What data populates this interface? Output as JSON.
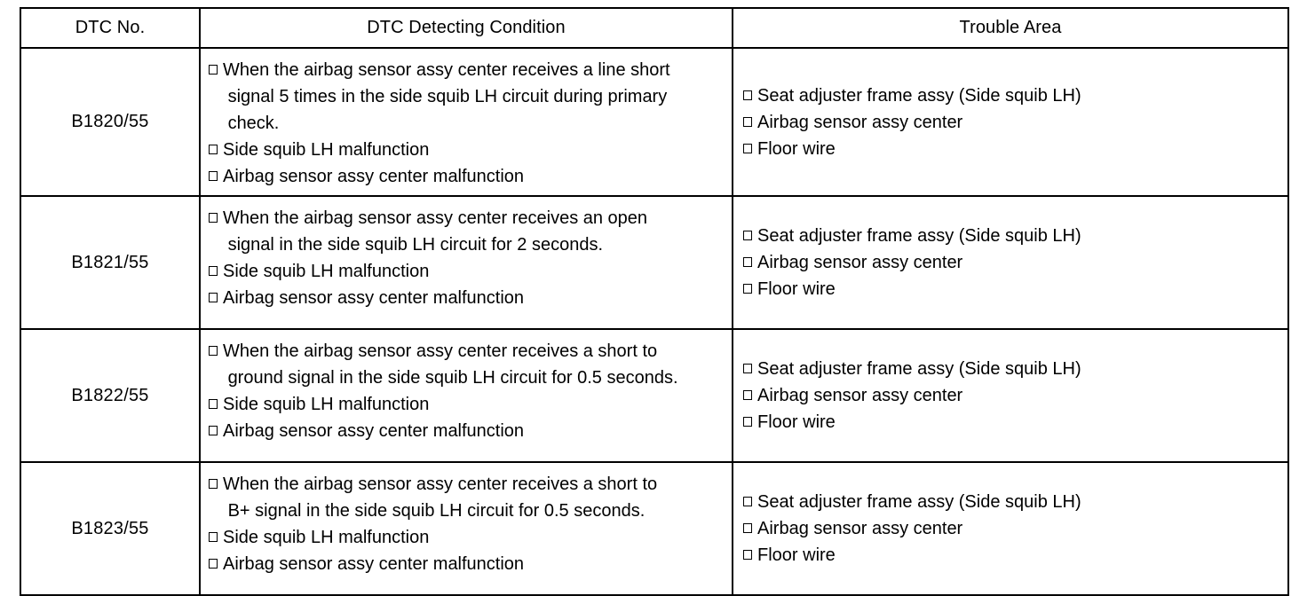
{
  "table": {
    "headers": {
      "dtc_no": "DTC No.",
      "detecting_condition": "DTC Detecting Condition",
      "trouble_area": "Trouble Area"
    },
    "bullet_glyph": "□",
    "rows": [
      {
        "dtc_no": "B1820/55",
        "conditions": [
          "When the airbag sensor assy center receives a line short\n signal 5 times in the side squib LH circuit during primary\n check.",
          "Side squib LH malfunction",
          "Airbag sensor assy center malfunction"
        ],
        "trouble_areas": [
          "Seat adjuster frame assy (Side squib LH)",
          "Airbag sensor assy center",
          "Floor wire"
        ]
      },
      {
        "dtc_no": "B1821/55",
        "conditions": [
          "When the airbag sensor assy center receives an open\n signal in the side squib LH circuit for 2 seconds.",
          "Side squib LH malfunction",
          "Airbag sensor assy center malfunction"
        ],
        "trouble_areas": [
          "Seat adjuster frame assy (Side squib LH)",
          "Airbag sensor assy center",
          "Floor wire"
        ]
      },
      {
        "dtc_no": "B1822/55",
        "conditions": [
          "When the airbag sensor assy center receives a short to\n ground signal in the side squib LH circuit for 0.5 seconds.",
          "Side squib LH malfunction",
          "Airbag sensor assy center malfunction"
        ],
        "trouble_areas": [
          "Seat adjuster frame assy (Side squib LH)",
          "Airbag sensor assy center",
          "Floor wire"
        ]
      },
      {
        "dtc_no": "B1823/55",
        "conditions": [
          "When the airbag sensor assy center receives a short to\n B+ signal in the side squib LH circuit for 0.5 seconds.",
          "Side squib LH malfunction",
          "Airbag sensor assy center malfunction"
        ],
        "trouble_areas": [
          "Seat adjuster frame assy (Side squib LH)",
          "Airbag sensor assy center",
          "Floor wire"
        ]
      }
    ]
  },
  "colors": {
    "border": "#000000",
    "text": "#000000",
    "background": "#ffffff"
  }
}
